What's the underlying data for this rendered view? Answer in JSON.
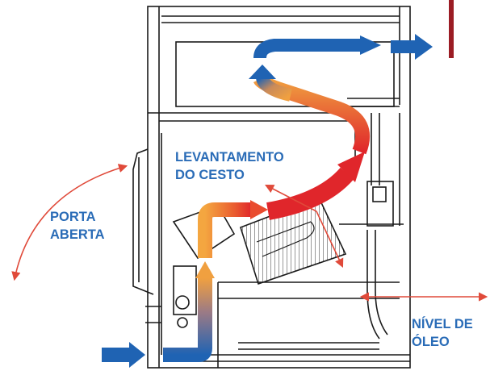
{
  "labels": {
    "porta_aberta": [
      "PORTA",
      "ABERTA"
    ],
    "levantamento_cesto": [
      "LEVANTAMENTO",
      "DO CESTO"
    ],
    "nivel_oleo": [
      "NÍVEL DE",
      "ÓLEO"
    ]
  },
  "colors": {
    "label_text": "#2a6cb7",
    "airflow_cool": "#1f63b3",
    "airflow_warm": "#f0a040",
    "airflow_hot": "#e0262b",
    "indicator_arrow": "#e04a3a",
    "brand_bar": "#9b1c24",
    "line_drawing": "#1a1a1a"
  },
  "icons": {
    "airflow": "airflow-arrow-icon",
    "door_swing": "door-swing-arrow-icon",
    "basket_lift": "lift-arrow-icon",
    "oil_level": "oil-level-arrow-icon"
  }
}
